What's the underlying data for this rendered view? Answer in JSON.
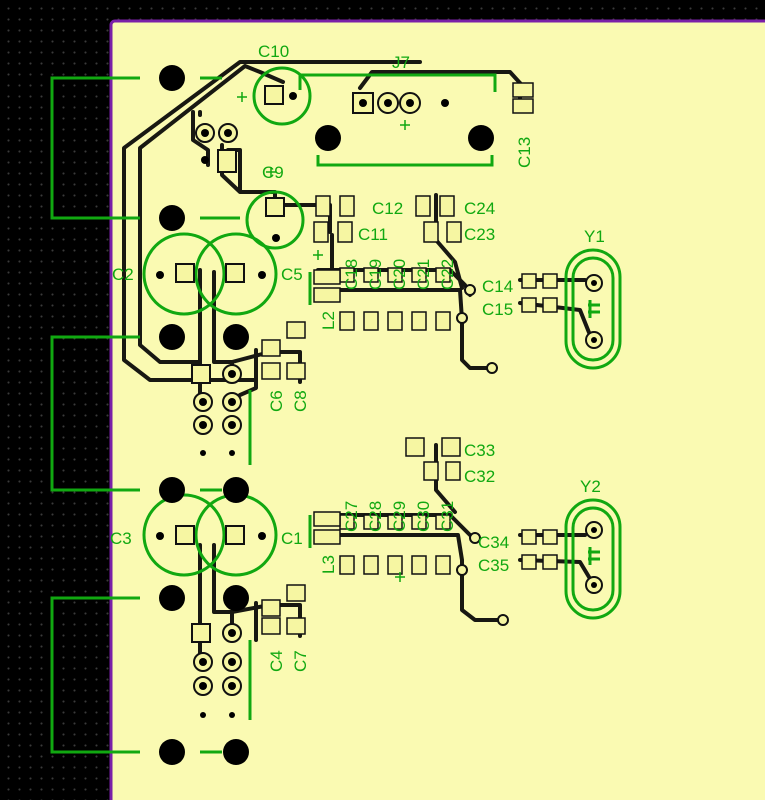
{
  "board": {
    "board_color": "#fafab2",
    "outline_color": "#7a1fa8",
    "silk_color": "#11a811",
    "copper_color": "#181812",
    "background_color": "#000000"
  },
  "designators": {
    "c10": "C10",
    "j7": "J7",
    "c9": "C9",
    "c12": "C12",
    "c24": "C24",
    "c11": "C11",
    "c23": "C23",
    "c13": "C13",
    "c2": "C2",
    "c5": "C5",
    "c6": "C6",
    "c8": "C8",
    "l2": "L2",
    "c18": "C18",
    "c19": "C19",
    "c20": "C20",
    "c21": "C21",
    "c22": "C22",
    "c14": "C14",
    "c15": "C15",
    "y1": "Y1",
    "c33": "C33",
    "c32": "C32",
    "c3": "C3",
    "c1": "C1",
    "c27": "C27",
    "c28": "C28",
    "c29": "C29",
    "c30": "C30",
    "c31": "C31",
    "c34": "C34",
    "c35": "C35",
    "y2": "Y2",
    "l3": "L3",
    "c4": "C4",
    "c7": "C7"
  }
}
